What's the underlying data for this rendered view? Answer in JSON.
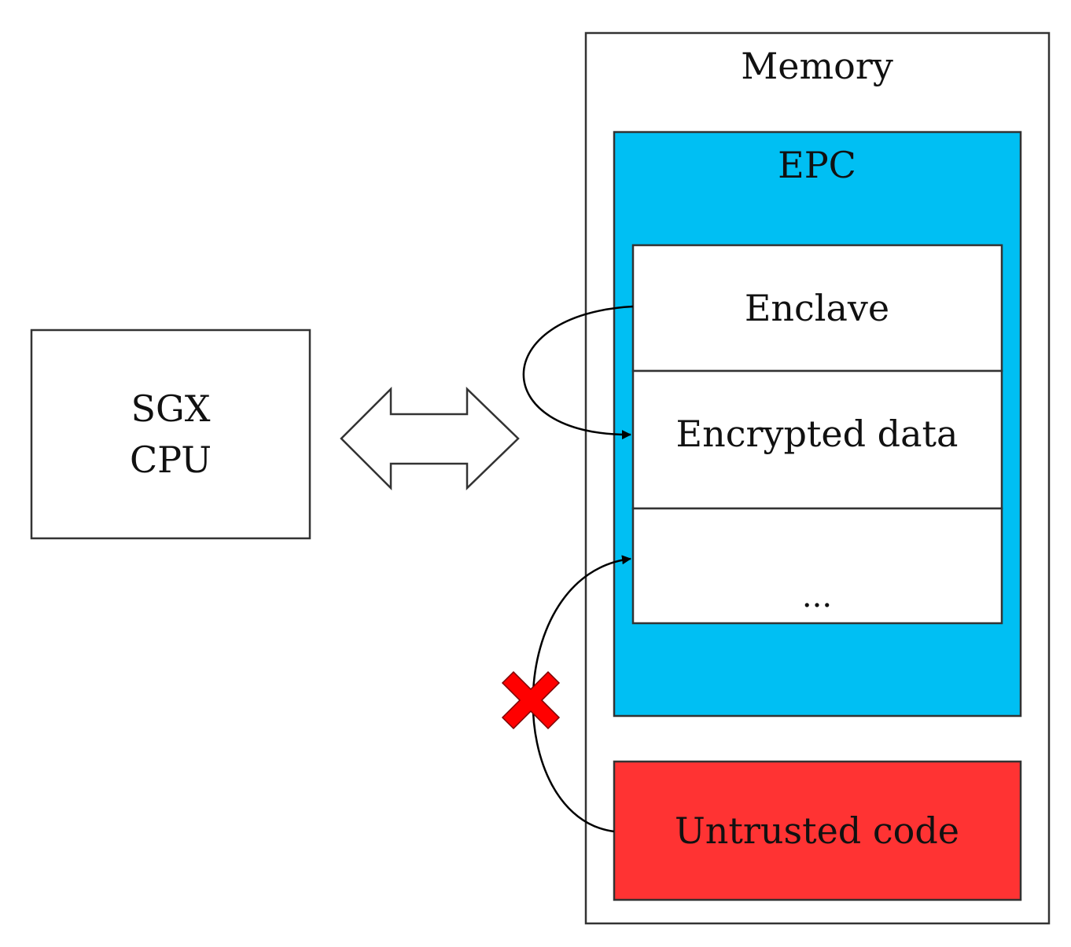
{
  "diagram": {
    "cpu": {
      "line1": "SGX",
      "line2": "CPU"
    },
    "memory": {
      "title": "Memory"
    },
    "epc": {
      "title": "EPC"
    },
    "enclave": {
      "label": "Enclave"
    },
    "encrypted_data": {
      "label": "Encrypted data"
    },
    "other_region": {
      "label": "..."
    },
    "untrusted_code": {
      "label": "Untrusted code"
    },
    "icons": {
      "bidirectional": "double-headed-arrow-icon",
      "blocked": "red-x-icon"
    },
    "colors": {
      "epc_fill": "#00BFF3",
      "untrusted_fill": "#FF3333",
      "blocked_mark": "#FF0000",
      "stroke": "#333333"
    }
  }
}
